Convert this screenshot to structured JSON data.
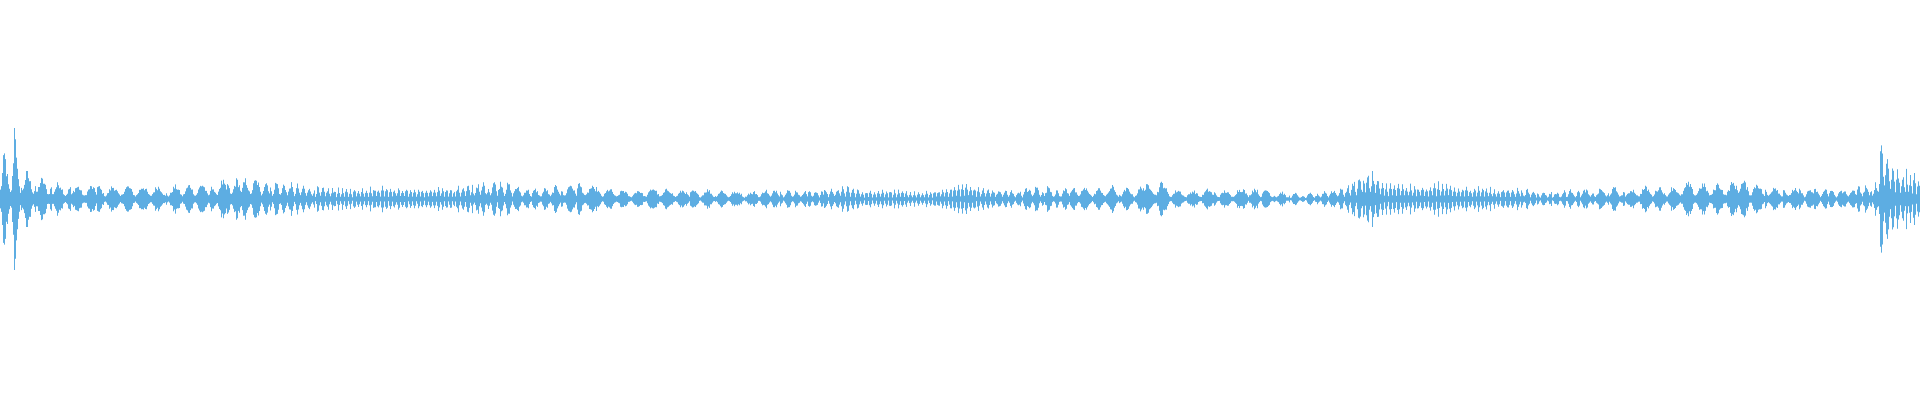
{
  "waveform": {
    "color": "#5dade2",
    "background": "#ffffff",
    "envelope": [
      [
        0.0,
        0.24
      ],
      [
        0.002,
        0.3
      ],
      [
        0.004,
        0.16
      ],
      [
        0.006,
        0.18
      ],
      [
        0.0075,
        0.55
      ],
      [
        0.009,
        0.2
      ],
      [
        0.012,
        0.22
      ],
      [
        0.015,
        0.14
      ],
      [
        0.018,
        0.17
      ],
      [
        0.022,
        0.12
      ],
      [
        0.026,
        0.13
      ],
      [
        0.03,
        0.1
      ],
      [
        0.035,
        0.09
      ],
      [
        0.04,
        0.08
      ],
      [
        0.05,
        0.08
      ],
      [
        0.06,
        0.08
      ],
      [
        0.07,
        0.08
      ],
      [
        0.08,
        0.08
      ],
      [
        0.09,
        0.08
      ],
      [
        0.1,
        0.09
      ],
      [
        0.11,
        0.1
      ],
      [
        0.12,
        0.12
      ],
      [
        0.13,
        0.12
      ],
      [
        0.14,
        0.11
      ],
      [
        0.15,
        0.1
      ],
      [
        0.16,
        0.08
      ],
      [
        0.17,
        0.07
      ],
      [
        0.18,
        0.06
      ],
      [
        0.19,
        0.07
      ],
      [
        0.2,
        0.08
      ],
      [
        0.21,
        0.07
      ],
      [
        0.22,
        0.06
      ],
      [
        0.23,
        0.07
      ],
      [
        0.24,
        0.08
      ],
      [
        0.25,
        0.1
      ],
      [
        0.26,
        0.12
      ],
      [
        0.27,
        0.07
      ],
      [
        0.28,
        0.06
      ],
      [
        0.29,
        0.08
      ],
      [
        0.3,
        0.1
      ],
      [
        0.31,
        0.07
      ],
      [
        0.32,
        0.06
      ],
      [
        0.33,
        0.05
      ],
      [
        0.34,
        0.07
      ],
      [
        0.35,
        0.06
      ],
      [
        0.36,
        0.05
      ],
      [
        0.37,
        0.06
      ],
      [
        0.38,
        0.05
      ],
      [
        0.39,
        0.04
      ],
      [
        0.4,
        0.06
      ],
      [
        0.41,
        0.06
      ],
      [
        0.42,
        0.05
      ],
      [
        0.43,
        0.06
      ],
      [
        0.44,
        0.08
      ],
      [
        0.45,
        0.05
      ],
      [
        0.46,
        0.06
      ],
      [
        0.47,
        0.05
      ],
      [
        0.48,
        0.04
      ],
      [
        0.49,
        0.06
      ],
      [
        0.5,
        0.09
      ],
      [
        0.505,
        0.1
      ],
      [
        0.51,
        0.07
      ],
      [
        0.52,
        0.06
      ],
      [
        0.53,
        0.05
      ],
      [
        0.54,
        0.08
      ],
      [
        0.545,
        0.09
      ],
      [
        0.55,
        0.06
      ],
      [
        0.56,
        0.07
      ],
      [
        0.57,
        0.06
      ],
      [
        0.58,
        0.08
      ],
      [
        0.59,
        0.06
      ],
      [
        0.6,
        0.1
      ],
      [
        0.605,
        0.11
      ],
      [
        0.61,
        0.06
      ],
      [
        0.62,
        0.05
      ],
      [
        0.63,
        0.06
      ],
      [
        0.64,
        0.05
      ],
      [
        0.65,
        0.07
      ],
      [
        0.66,
        0.06
      ],
      [
        0.67,
        0.04
      ],
      [
        0.68,
        0.03
      ],
      [
        0.69,
        0.05
      ],
      [
        0.7,
        0.07
      ],
      [
        0.71,
        0.16
      ],
      [
        0.715,
        0.18
      ],
      [
        0.72,
        0.1
      ],
      [
        0.73,
        0.09
      ],
      [
        0.74,
        0.08
      ],
      [
        0.75,
        0.1
      ],
      [
        0.76,
        0.07
      ],
      [
        0.77,
        0.08
      ],
      [
        0.78,
        0.06
      ],
      [
        0.79,
        0.07
      ],
      [
        0.8,
        0.05
      ],
      [
        0.81,
        0.04
      ],
      [
        0.82,
        0.06
      ],
      [
        0.83,
        0.06
      ],
      [
        0.84,
        0.07
      ],
      [
        0.85,
        0.06
      ],
      [
        0.86,
        0.08
      ],
      [
        0.87,
        0.07
      ],
      [
        0.88,
        0.1
      ],
      [
        0.89,
        0.09
      ],
      [
        0.9,
        0.1
      ],
      [
        0.91,
        0.11
      ],
      [
        0.92,
        0.09
      ],
      [
        0.93,
        0.07
      ],
      [
        0.94,
        0.06
      ],
      [
        0.95,
        0.06
      ],
      [
        0.96,
        0.05
      ],
      [
        0.97,
        0.08
      ],
      [
        0.978,
        0.1
      ],
      [
        0.98,
        0.4
      ],
      [
        0.983,
        0.3
      ],
      [
        0.986,
        0.22
      ],
      [
        0.99,
        0.18
      ],
      [
        0.995,
        0.16
      ],
      [
        1.0,
        0.14
      ]
    ]
  }
}
